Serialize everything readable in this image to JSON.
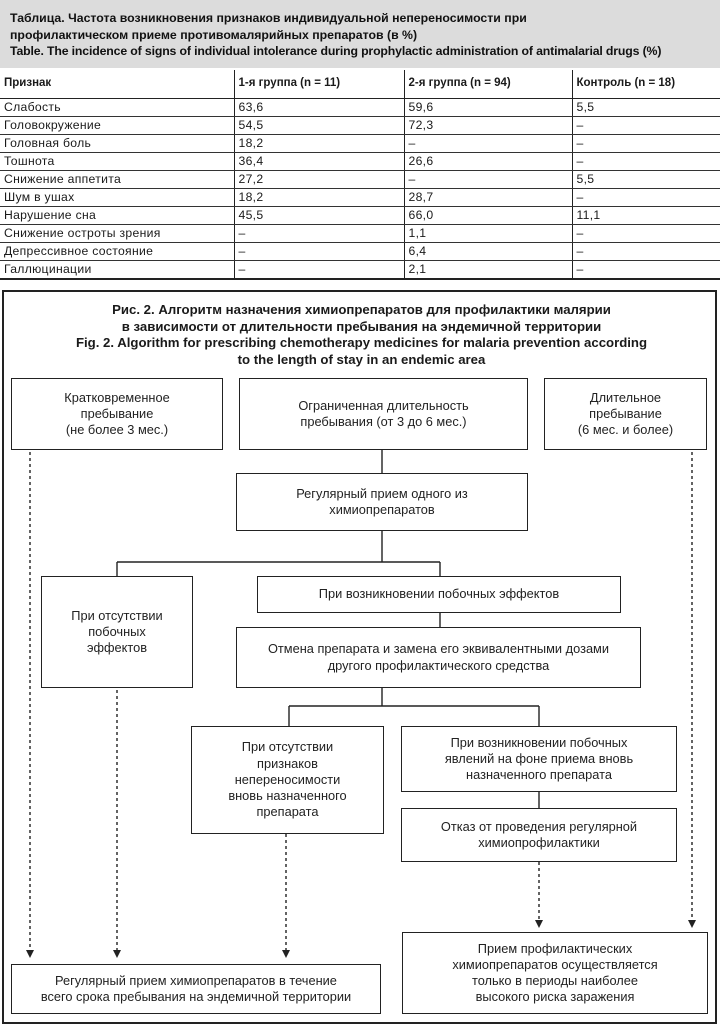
{
  "table": {
    "title_ru_line1": "Таблица. Частота возникновения признаков индивидуальной непереносимости при",
    "title_ru_line2": "профилактическом приеме противомалярийных препаратов (в %)",
    "title_en": "Table. The incidence of signs of individual intolerance during prophylactic administration of antimalarial drugs (%)",
    "columns": [
      "Признак",
      "1-я группа (n = 11)",
      "2-я группа (n = 94)",
      "Контроль (n = 18)"
    ],
    "rows": [
      [
        "Слабость",
        "63,6",
        "59,6",
        "5,5"
      ],
      [
        "Головокружение",
        "54,5",
        "72,3",
        "–"
      ],
      [
        "Головная боль",
        "18,2",
        "–",
        "–"
      ],
      [
        "Тошнота",
        "36,4",
        "26,6",
        "–"
      ],
      [
        "Снижение аппетита",
        "27,2",
        "–",
        "5,5"
      ],
      [
        "Шум в ушах",
        "18,2",
        "28,7",
        "–"
      ],
      [
        "Нарушение сна",
        "45,5",
        "66,0",
        "11,1"
      ],
      [
        "Снижение остроты зрения",
        "–",
        "1,1",
        "–"
      ],
      [
        "Депрессивное состояние",
        "–",
        "6,4",
        "–"
      ],
      [
        "Галлюцинации",
        "–",
        "2,1",
        "–"
      ]
    ]
  },
  "figure": {
    "title_ru_line1": "Рис. 2. Алгоритм назначения химиопрепаратов для профилактики малярии",
    "title_ru_line2": "в зависимости от длительности пребывания на эндемичной территории",
    "title_en_line1": "Fig. 2. Algorithm for prescribing chemotherapy medicines for malaria prevention according",
    "title_en_line2": "to the length of stay in an endemic area",
    "boxes": {
      "short_stay": [
        "Кратковременное",
        "пребывание",
        "(не более 3 мес.)"
      ],
      "limited_stay": [
        "Ограниченная длительность",
        "пребывания (от 3 до 6 мес.)"
      ],
      "long_stay": [
        "Длительное",
        "пребывание",
        "(6 мес. и более)"
      ],
      "regular_intake": [
        "Регулярный прием одного из",
        "химиопрепаратов"
      ],
      "no_side_effects": [
        "При отсутствии",
        "побочных",
        "эффектов"
      ],
      "side_effects": [
        "При возникновении побочных эффектов"
      ],
      "drug_replacement": [
        "Отмена препарата и замена его эквивалентными дозами",
        "другого профилактического средства"
      ],
      "no_intolerance": [
        "При отсутствии",
        "признаков",
        "непереносимости",
        "вновь назначенного",
        "препарата"
      ],
      "side_effects_again": [
        "При возникновении побочных",
        "явлений на фоне приема вновь",
        "назначенного препарата"
      ],
      "refusal": [
        "Отказ от проведения регулярной",
        "химиопрофилактики"
      ],
      "regular_full_stay": [
        "Регулярный прием химиопрепаратов в течение",
        "всего срока пребывания на эндемичной территории"
      ],
      "high_risk_only": [
        "Прием профилактических",
        "химиопрепаратов осуществляется",
        "только в периоды наиболее",
        "высокого риска заражения"
      ]
    }
  }
}
